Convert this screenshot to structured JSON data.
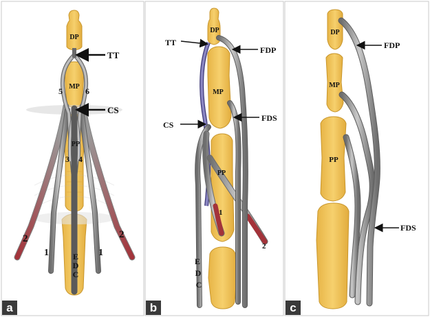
{
  "panels": [
    {
      "id": "a",
      "letter": "a",
      "bones": {
        "dp": "DP",
        "mp": "MP",
        "pp": "PP"
      },
      "arrow_labels": {
        "tt": "TT",
        "cs": "CS"
      },
      "tendon_numbers": {
        "n1l": "1",
        "n1r": "1",
        "n2l": "2",
        "n2r": "2",
        "n3": "3",
        "n4": "4",
        "n5": "5",
        "n6": "6"
      },
      "edc": [
        "E",
        "D",
        "C"
      ]
    },
    {
      "id": "b",
      "letter": "b",
      "bones": {
        "dp": "DP",
        "mp": "MP",
        "pp": "PP"
      },
      "arrow_labels": {
        "tt": "TT",
        "fdp": "FDP",
        "cs": "CS",
        "fds": "FDS"
      },
      "tendon_numbers": {
        "n1": "1",
        "n2": "2"
      },
      "edc": [
        "E",
        "D",
        "C"
      ]
    },
    {
      "id": "c",
      "letter": "c",
      "bones": {
        "dp": "DP",
        "mp": "MP",
        "pp": "PP"
      },
      "arrow_labels": {
        "fdp": "FDP",
        "fds": "FDS"
      }
    }
  ],
  "colors": {
    "bone": "#f0c357",
    "bone_edge": "#c8962c",
    "tendon": "#8f8f8f",
    "tendon_dark": "#5a5a5a",
    "red_tendon": "#a53a3a",
    "purple_tendon": "#6e6aa6",
    "panel_border": "#c9c9c9",
    "letter_box": "#3a3a3a"
  }
}
